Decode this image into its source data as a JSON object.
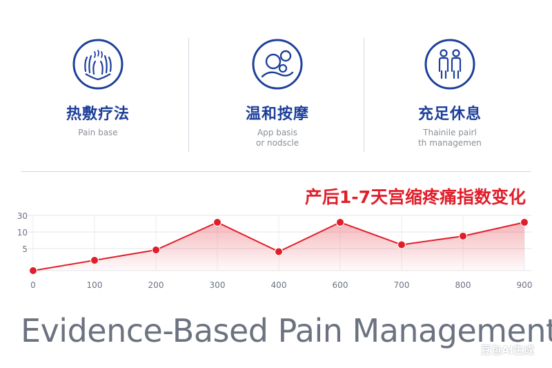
{
  "panels": [
    {
      "icon": "hands-heat-icon",
      "title": "热敷疗法",
      "subtitle_lines": [
        "Pain base"
      ]
    },
    {
      "icon": "mother-baby-icon",
      "title": "温和按摩",
      "subtitle_lines": [
        "App basis",
        "or nodscle"
      ]
    },
    {
      "icon": "two-people-icon",
      "title": "充足休息",
      "subtitle_lines": [
        "Thainile pairl",
        "th managemen"
      ]
    }
  ],
  "colors": {
    "primary_blue": "#1d3f9a",
    "accent_red": "#e01e2a"
  },
  "chart_data": {
    "type": "area",
    "title": "产后1-7天宫缩疼痛指数变化",
    "x": [
      0,
      100,
      200,
      300,
      400,
      600,
      700,
      800,
      900
    ],
    "series": [
      {
        "values": [
          0,
          3,
          6,
          14,
          5.5,
          14,
          7.5,
          10,
          14
        ]
      }
    ],
    "x_ticks": [
      "0",
      "100",
      "200",
      "300",
      "400",
      "600",
      "700",
      "800",
      "900"
    ],
    "y_ticks": [
      "30",
      "10",
      "5"
    ],
    "grid": true
  },
  "footer": {
    "text": "Evidence-Based Pain Management"
  },
  "watermark": {
    "text": "豆包AI生成"
  }
}
